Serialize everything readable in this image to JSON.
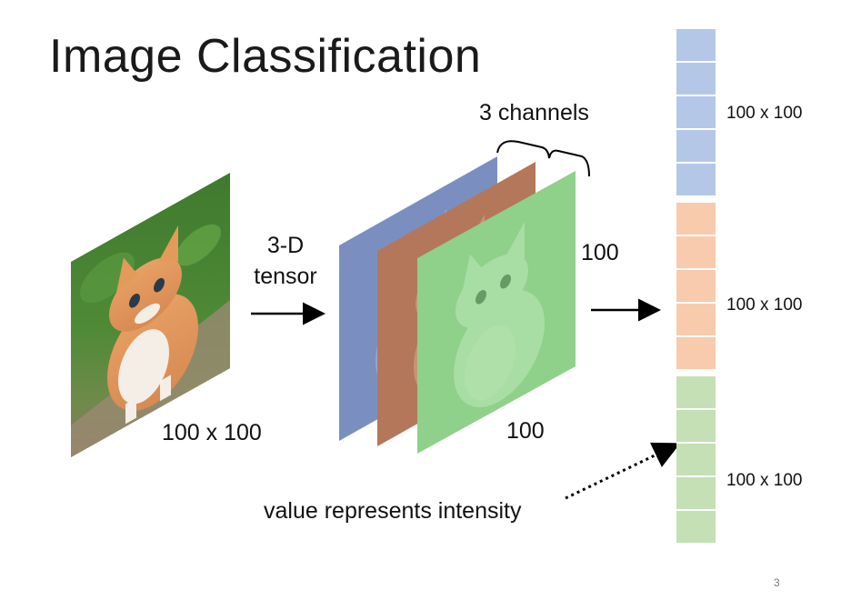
{
  "slide": {
    "title": "Image Classification",
    "page_number": "3"
  },
  "labels": {
    "tensor_line1": "3-D",
    "tensor_line2": "tensor",
    "kitten_size": "100 x 100",
    "channels": "3 channels",
    "height": "100",
    "width": "100",
    "intensity_note": "value represents intensity"
  },
  "vector": {
    "segments": [
      {
        "name": "blue",
        "color": "#b4c7e7",
        "label": "100 x 100",
        "cells": 5
      },
      {
        "name": "orange",
        "color": "#f8cbad",
        "label": "100 x 100",
        "cells": 5
      },
      {
        "name": "green",
        "color": "#c5e0b4",
        "label": "100 x 100",
        "cells": 5
      }
    ]
  },
  "colors": {
    "channel_blue": "#7a8fc0",
    "channel_orange": "#b4775a",
    "channel_green": "#8fd08a"
  }
}
